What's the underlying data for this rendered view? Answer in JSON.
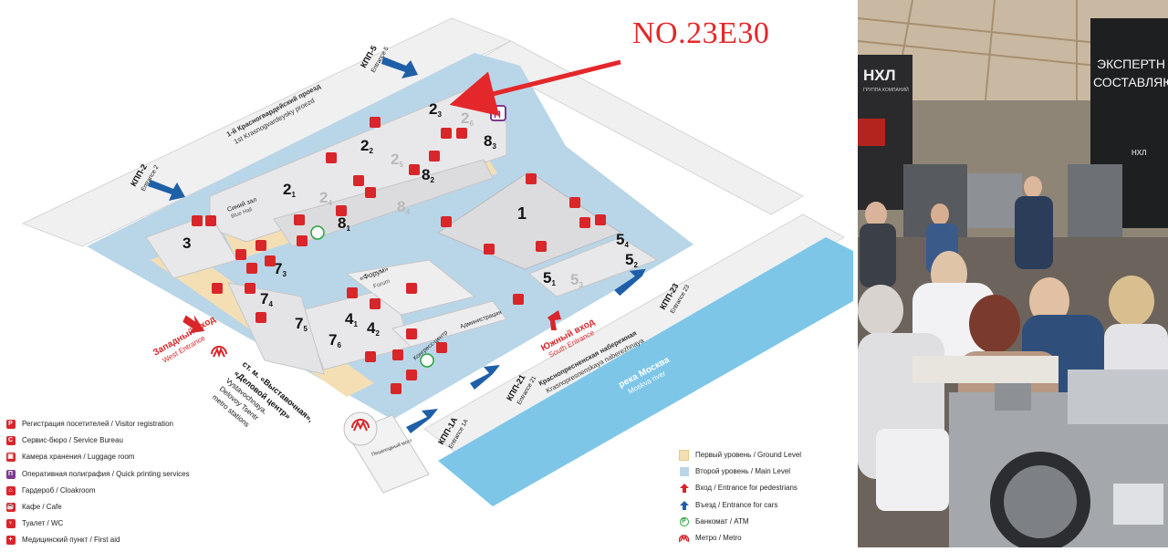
{
  "callout": {
    "label": "NO.23E30",
    "color": "#e4272b"
  },
  "map": {
    "street_north_ru": "1-й Красногвардейский проезд",
    "street_north_en": "1st Krasnogvardeysky proezd",
    "street_south_ru": "Краснопресненская набережная",
    "street_south_en": "Krasnopresnenskaya naberezhnaya",
    "river_ru": "река Москва",
    "river_en": "Moskva river",
    "west_entrance_ru": "Западный вход",
    "west_entrance_en": "West Entrance",
    "south_entrance_ru": "Южный вход",
    "south_entrance_en": "South Entrance",
    "metro_ru_1": "ст. м. «Выставочная»,",
    "metro_ru_2": "«Деловой центр»",
    "metro_en_1": "Vystavochnaya,",
    "metro_en_2": "Delovoy Tsentr",
    "metro_en_3": "metro stations",
    "bridge_ru": "Пешеходный мост",
    "blue_hall_ru": "Синий зал",
    "blue_hall_en": "Blue Hall",
    "forum_ru": "«Форум»",
    "forum_en": "Forum",
    "congress_ru": "Конгресс-центр",
    "admin_ru": "Администрация",
    "gates": [
      {
        "ru": "КПП-5",
        "en": "Entrance 5"
      },
      {
        "ru": "КПП-2",
        "en": "Entrance 2"
      },
      {
        "ru": "КПП-23",
        "en": "Entrance 23"
      },
      {
        "ru": "КПП-21",
        "en": "Entrance 21"
      },
      {
        "ru": "КПП-1А",
        "en": "Entrance 1A"
      }
    ],
    "halls": [
      "1",
      "2",
      "2",
      "2",
      "2",
      "2",
      "2",
      "3",
      "4",
      "4",
      "5",
      "5",
      "5",
      "7",
      "7",
      "7",
      "8",
      "8",
      "8",
      "8"
    ],
    "hall_subs": [
      "",
      "1",
      "2",
      "3",
      "4",
      "5",
      "6",
      "",
      "1",
      "2",
      "1",
      "2",
      "3",
      "3",
      "4",
      "5",
      "1",
      "2",
      "3",
      "4"
    ],
    "colors": {
      "main_level": "#b9d6e8",
      "ground_level": "#f4dfb4",
      "building": "#e8e8ea",
      "road": "#f2f2f2",
      "river": "#7ec6e8",
      "arrow_car": "#1f5fa8",
      "arrow_ped": "#d8262a"
    }
  },
  "legend_left": [
    {
      "icon": "P",
      "style": "red",
      "label": "Регистрация посетителей / Visitor registration"
    },
    {
      "icon": "C",
      "style": "red",
      "label": "Сервис-бюро / Service Bureau"
    },
    {
      "icon": "luggage-icon",
      "style": "red",
      "label": "Камера хранения / Luggage room"
    },
    {
      "icon": "П",
      "style": "purple",
      "label": "Оперативная полиграфия / Quick printing services"
    },
    {
      "icon": "hanger-icon",
      "style": "red",
      "label": "Гардероб / Cloakroom"
    },
    {
      "icon": "cafe-icon",
      "style": "red",
      "label": "Кафе / Cafe"
    },
    {
      "icon": "wc-icon",
      "style": "red",
      "label": "Туалет / WC"
    },
    {
      "icon": "+",
      "style": "red",
      "label": "Медицинский пункт / First aid"
    }
  ],
  "legend_right": [
    {
      "icon": "ground-level-swatch",
      "label": "Первый уровень / Ground Level"
    },
    {
      "icon": "main-level-swatch",
      "label": "Второй уровень / Main Level"
    },
    {
      "icon": "red-arrow-icon",
      "label": "Вход / Entrance for pedestrians"
    },
    {
      "icon": "blue-arrow-icon",
      "label": "Въезд / Entrance for cars"
    },
    {
      "icon": "atm-icon",
      "label": "Банкомат / ATM"
    },
    {
      "icon": "metro-icon",
      "label": "Метро / Metro"
    }
  ],
  "photo": {
    "sign_1": "НХЛ",
    "sign_2": "ЭКСПЕРТН",
    "sign_3": "СОСТАВЛЯЮ",
    "sign_4": "ГРУППА КОМПАНИЙ",
    "sign_5": "НХЛ"
  }
}
